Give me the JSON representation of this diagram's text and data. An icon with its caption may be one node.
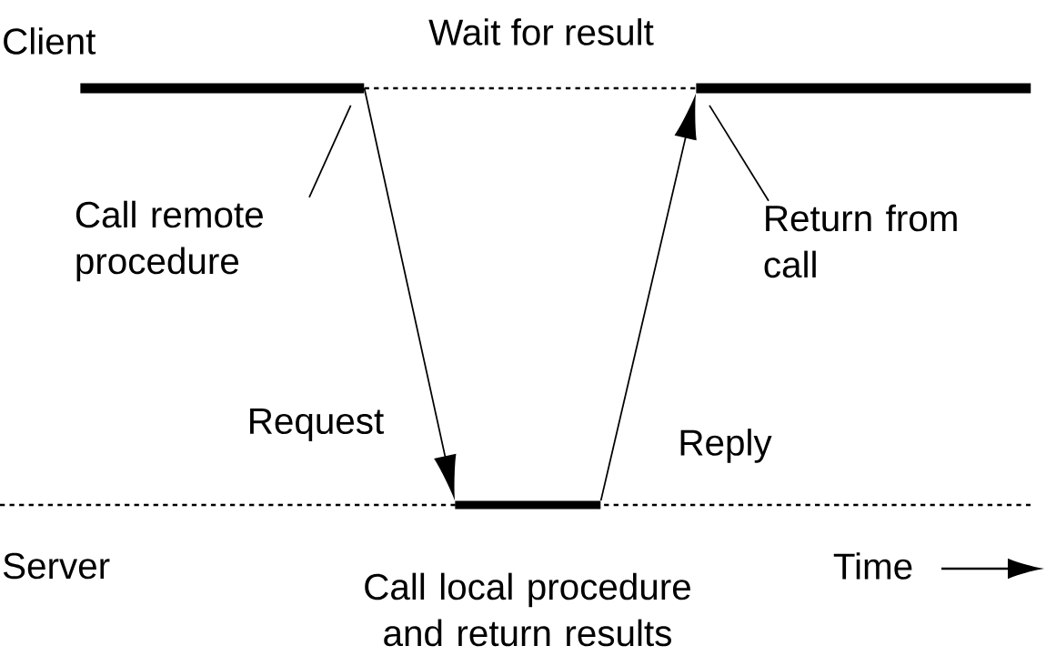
{
  "diagram": {
    "nodes": [
      {
        "text": [],
        "shape": "bar"
      },
      {
        "text": [],
        "shape": "bar"
      },
      {
        "text": [],
        "shape": "bar"
      },
      {
        "text": [
          "Call remote procedure"
        ]
      },
      {
        "text": [
          "Return from call"
        ]
      }
    ],
    "edges": [
      {
        "from": 0,
        "to": 1,
        "arrow": "none",
        "style": "dashed",
        "label": "Wait for result"
      },
      {
        "from": 0,
        "to": 2,
        "arrow": "to",
        "label": "Request"
      },
      {
        "from": 2,
        "to": 1,
        "arrow": "to",
        "label": "Reply"
      },
      {
        "from": 3,
        "to": 0,
        "arrow": "none"
      },
      {
        "from": 4,
        "to": 1,
        "arrow": "none"
      }
    ],
    "labels": [
      "Client",
      "Server",
      "Call local procedure and return results",
      "Time"
    ]
  }
}
